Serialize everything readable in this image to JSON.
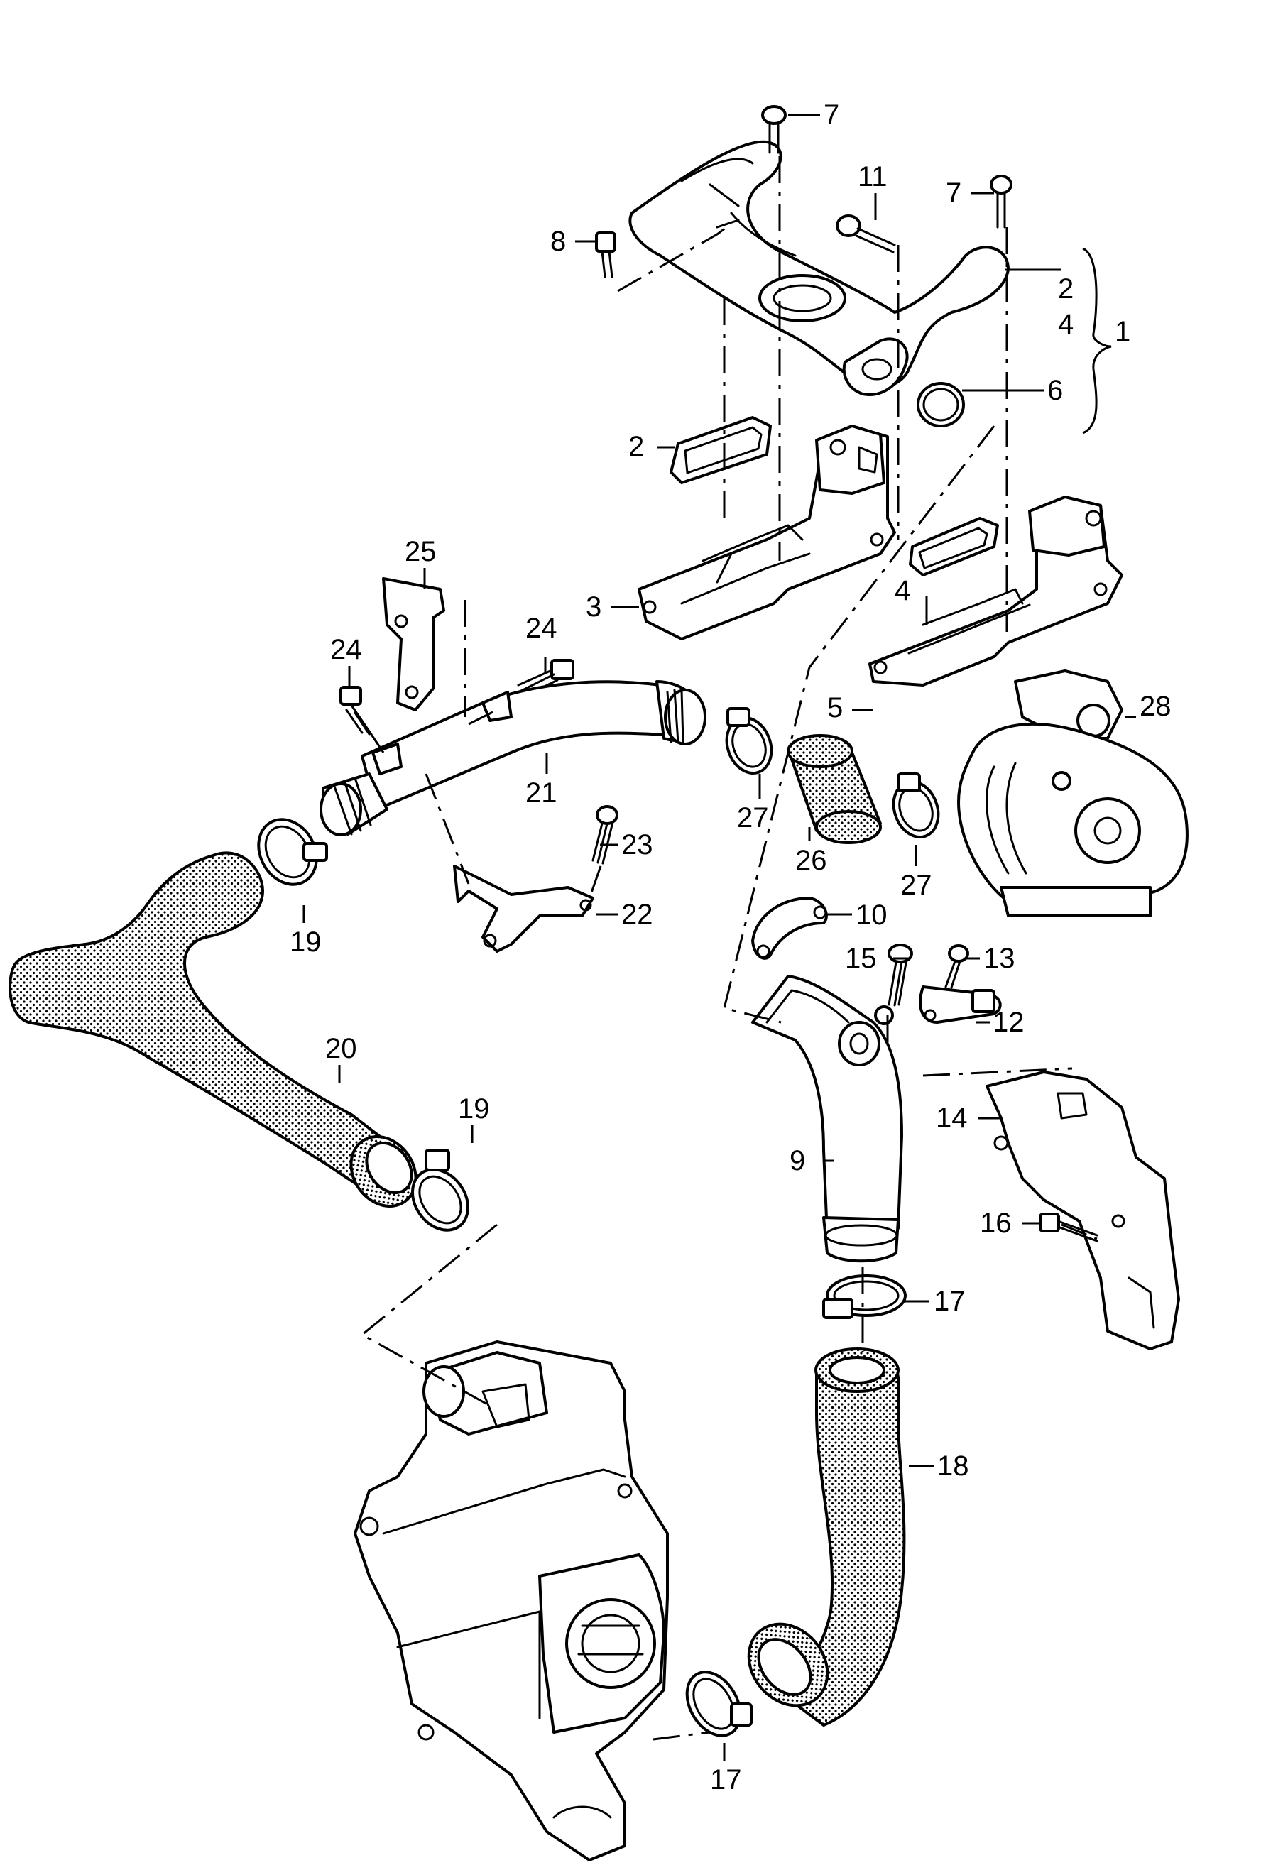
{
  "callouts": [
    "1",
    "2",
    "2",
    "3",
    "4",
    "4",
    "5",
    "6",
    "7",
    "7",
    "8",
    "9",
    "10",
    "11",
    "12",
    "13",
    "14",
    "15",
    "16",
    "17",
    "17",
    "18",
    "19",
    "19",
    "20",
    "21",
    "22",
    "23",
    "24",
    "24",
    "25",
    "26",
    "27",
    "27",
    "28"
  ]
}
